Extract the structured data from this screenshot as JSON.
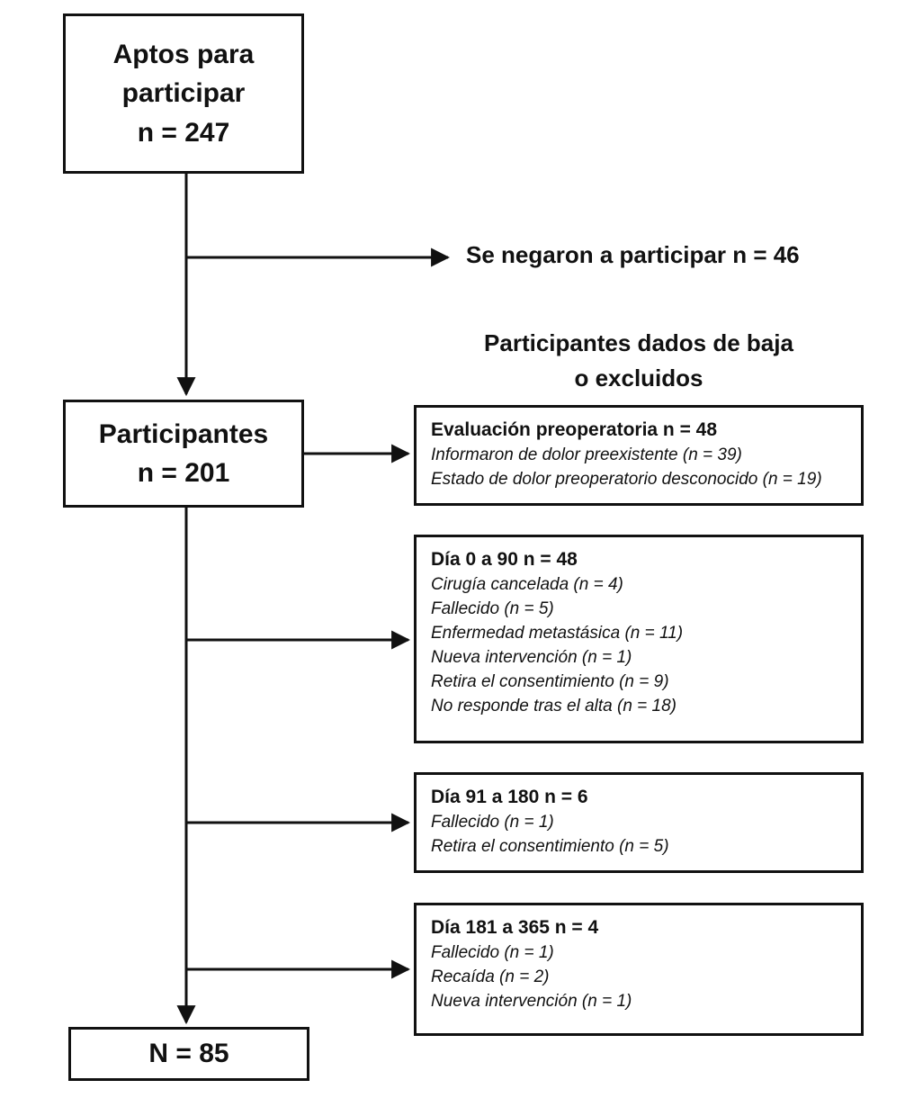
{
  "flow": {
    "eligible": {
      "label": "Aptos para participar",
      "n": "n = 247"
    },
    "refused_label": "Se negaron a participar n = 46",
    "withdrawn_header": {
      "line1": "Participantes dados de baja",
      "line2": "o excluidos"
    },
    "participants": {
      "label": "Participantes",
      "n": "n = 201"
    },
    "exclusion_boxes": [
      {
        "title": "Evaluación preoperatoria n = 48",
        "items": [
          "Informaron de dolor preexistente (n = 39)",
          "Estado de dolor preoperatorio desconocido (n = 19)"
        ]
      },
      {
        "title": "Día 0 a 90 n = 48",
        "items": [
          "Cirugía cancelada (n = 4)",
          "Fallecido (n = 5)",
          "Enfermedad metastásica (n = 11)",
          "Nueva intervención (n = 1)",
          "Retira el consentimiento (n = 9)",
          "No responde tras el alta (n = 18)"
        ]
      },
      {
        "title": "Día 91 a 180 n = 6",
        "items": [
          "Fallecido (n = 1)",
          "Retira el consentimiento (n = 5)"
        ]
      },
      {
        "title": "Día 181 a 365 n = 4",
        "items": [
          "Fallecido (n = 1)",
          "Recaída (n = 2)",
          "Nueva intervención (n = 1)"
        ]
      }
    ],
    "final": {
      "n": "N = 85"
    }
  },
  "colors": {
    "line": "#111111",
    "background": "#ffffff"
  }
}
